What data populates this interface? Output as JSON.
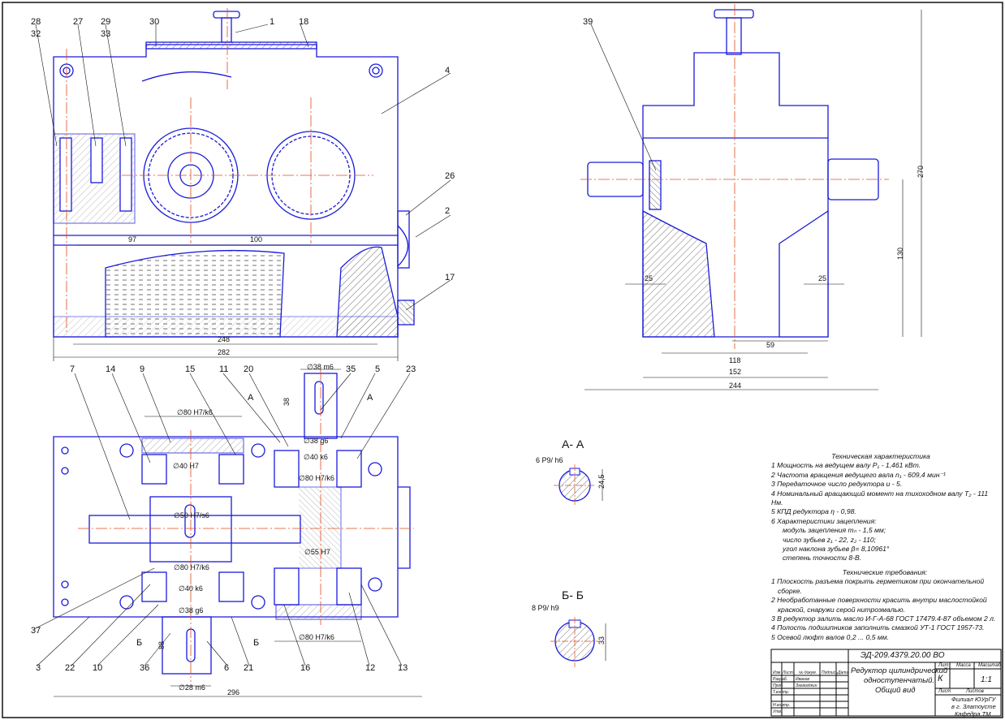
{
  "drawing": {
    "part_labels_front": [
      "28",
      "32",
      "27",
      "29",
      "33",
      "30",
      "1",
      "18",
      "4",
      "26",
      "2",
      "17"
    ],
    "part_labels_side": [
      "39"
    ],
    "part_labels_plan_top": [
      "7",
      "14",
      "9",
      "15",
      "11",
      "20",
      "35",
      "5",
      "23"
    ],
    "part_labels_plan_bottom": [
      "37",
      "3",
      "22",
      "10",
      "36",
      "6",
      "21",
      "16",
      "12",
      "13"
    ],
    "section_marks": {
      "a_left": "А",
      "a_right": "А",
      "b_left": "Б",
      "b_right": "Б"
    },
    "dims_front": {
      "d97": "97",
      "d100": "100",
      "d248": "248",
      "d282": "282"
    },
    "dims_side": {
      "d270": "270",
      "d130": "130",
      "d25a": "25",
      "d25b": "25",
      "d118": "118",
      "d59": "59",
      "d152": "152",
      "d244": "244"
    },
    "dims_plan": {
      "d296": "296",
      "d38": "38",
      "d88": "88"
    },
    "fits": {
      "f_m6_top": "∅38 m6",
      "f_h7k6_top": "∅80 H7/k6",
      "f_h7_gear": "∅40 H7",
      "f_g6_shaft": "∅38 g6",
      "f_k6_shaft": "∅40 k6",
      "f_h7k6_shaft": "∅80 H7/k6",
      "f_h7s6": "∅50 H7/s6",
      "f_h7_big": "∅55 H7",
      "f_h7k6_low": "∅80 H7/k6",
      "f_k6_low": "∅40 k6",
      "f_g6_low": "∅38 g6",
      "f_h7k6_bottom": "∅80 H7/k6",
      "f_m6_bottom": "∅28 m6"
    }
  },
  "sections": {
    "aa": {
      "title": "А- А",
      "fit": "6 P9/ h6",
      "dim": "24,5"
    },
    "bb": {
      "title": "Б- Б",
      "fit": "8 P9/ h9",
      "dim": "33"
    }
  },
  "specs": {
    "title": "Техническая характеристика",
    "items": [
      "1 Мощность на ведущем валу P₁ - 1,461 кВт.",
      "2 Частота вращения ведущего вала n₁ - 609,4 мин⁻¹",
      "3 Передаточное число редуктора u - 5.",
      "4 Номинальный вращающий момент на тихоходном валу T₂ - 111 Нм.",
      "5 КПД редуктора η - 0,98.",
      "6 Характеристики зацепления:",
      "модуль зацепления mₙ - 1,5 мм;",
      "число зубьев z₁ - 22, z₂ - 110;",
      "угол наклона зубьев β= 8,10961°",
      "степень точности 8-B."
    ]
  },
  "requirements": {
    "title": "Технические требования:",
    "items": [
      "1 Плоскость разъема покрыть герметиком при окончательной",
      "сборке.",
      "2 Необработанные поверхности красить внутри маслостойкой",
      "краской, снаружи серой нитроэмалью.",
      "3 В редуктор залить масло И-Г-А-68 ГОСТ 17479.4-87 объемом 2 л.",
      "4 Полость подшипников заполнить смазкой УТ-1 ГОСТ 1957-73.",
      "5 Осевой люфт валов 0,2 ... 0,5 мм."
    ]
  },
  "title_block": {
    "code": "ЭД-209.4379.20.00 ВО",
    "name_line1": "Редуктор цилиндрический",
    "name_line2": "одноступенчатый.",
    "name_line3": "Общий вид",
    "lit_header": "Лит",
    "mass_header": "Масса",
    "scale_header": "Масштаб",
    "lit_value": "К",
    "scale_value": "1:1",
    "sheet_label": "Лист",
    "sheets_label": "Листов",
    "org_line1": "Филиал ЮУрГУ",
    "org_line2": "в г. Златоусте",
    "org_line3": "Кафедра ТМ",
    "rows": [
      "Изм",
      "Лист",
      "№ докум.",
      "Подпись",
      "Дата",
      "Разраб.",
      "Проб.",
      "Т.контр.",
      "Н.контр.",
      "Утв."
    ],
    "person1": "Иванов",
    "person2": "Загвоздкин"
  }
}
